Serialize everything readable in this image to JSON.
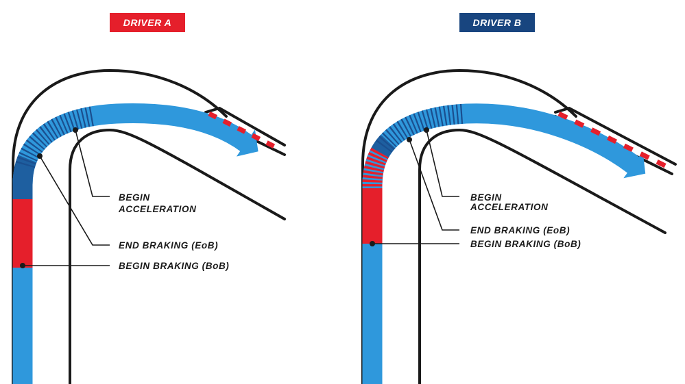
{
  "colors": {
    "driver_a": "#e51f2b",
    "driver_b": "#18457f",
    "braking": "#e51f2b",
    "coasting": "#1e5fa0",
    "acceleration": "#2f98dc",
    "wall": "#1a1a1a"
  },
  "panels": [
    {
      "badge": "DRIVER  A",
      "labels": {
        "begin_acceleration_1": "BEGIN",
        "begin_acceleration_2": "ACCELERATION",
        "end_braking": "END BRAKING (EoB)",
        "begin_braking": "BEGIN BRAKING (BoB)"
      }
    },
    {
      "badge": "DRIVER  B",
      "labels": {
        "begin_acceleration_1": "BEGIN",
        "begin_acceleration_2": "ACCELERATION",
        "end_braking": "END BRAKING (EoB)",
        "begin_braking": "BEGIN BRAKING (BoB)"
      }
    }
  ]
}
